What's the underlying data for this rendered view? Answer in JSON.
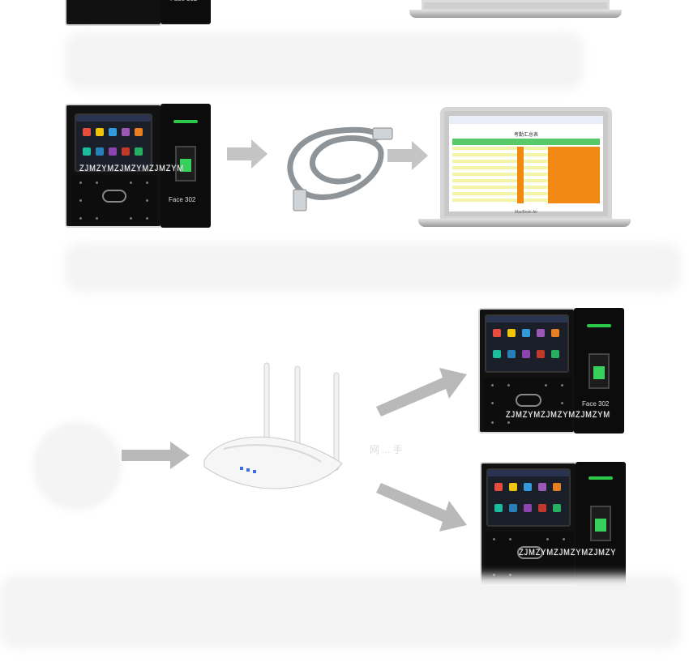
{
  "devices": {
    "brand_label": "Face 302",
    "watermark_1": "ZJMZYMZJMZYMZJMZYM",
    "watermark_2": "ZJMZYMZJMZYMZJMZYM",
    "watermark_3": "ZJMZYMZJMZYMZJMZY"
  },
  "laptop": {
    "model_label": "MacBook Air",
    "sheet_title": "考勤汇总表"
  },
  "center_mark": "网 ... 手",
  "colors": {
    "arrow": "#b9b9b9",
    "sheet_header_green": "#58c968",
    "sheet_orange": "#f08a14",
    "led_green": "#2cc84a"
  }
}
